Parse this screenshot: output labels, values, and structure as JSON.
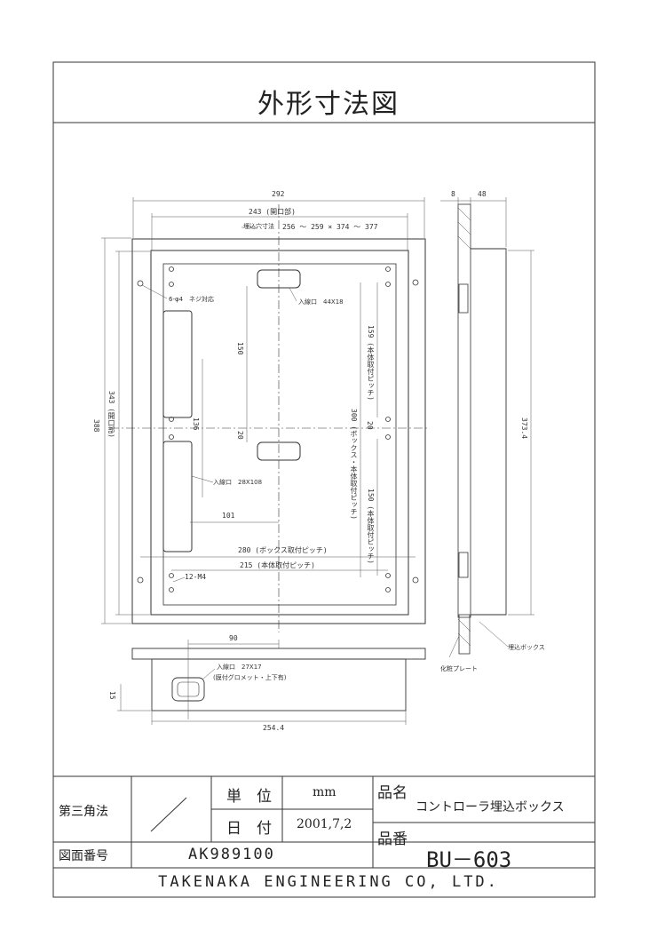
{
  "title": "外形寸法図",
  "front_view": {
    "dims": {
      "w292": "292",
      "w243": "243 (開口部)",
      "embed_size_label": "埋込穴寸法",
      "embed_size": "256 ～ 259 × 374 ～ 377",
      "hole_top": "入線口　44X18",
      "screw_note": "6-φ4　ネジ対応",
      "d150_top": "150",
      "d136": "136",
      "d20_left": "20",
      "hole_mid": "入線口　28X108",
      "d101": "101",
      "h388": "388",
      "h343": "343 (開口部)",
      "pitch300": "300 (ボックス・本体取付ピッチ)",
      "pitch159": "159 (本体取付ピッチ)",
      "d20_right": "20",
      "pitch150": "150 (本体取付ピッチ)",
      "pitch280": "280 (ボックス取付ピッチ)",
      "pitch215": "215 (本体取付ピッチ)",
      "screw12": "12-M4"
    }
  },
  "side_view": {
    "d8": "8",
    "d48": "48",
    "h373": "373.4",
    "label_box": "埋込ボックス",
    "label_plate": "化粧プレート"
  },
  "bottom_view": {
    "d90": "90",
    "hole_bottom": "入線口　27X17",
    "grommet": "(膜付グロメット・上下有)",
    "d15": "15",
    "d254": "254.4"
  },
  "title_block": {
    "projection": "第三角法",
    "unit_label": "単　位",
    "unit_value": "mm",
    "date_label": "日　付",
    "date_value": "2001,7,2",
    "product_name_label": "品名",
    "product_name": "コントローラ埋込ボックス",
    "product_no_label": "品番",
    "product_no": "BU－603",
    "drawing_no_label": "図面番号",
    "drawing_no": "AK989100",
    "company": "TAKENAKA ENGINEERING CO, LTD."
  }
}
